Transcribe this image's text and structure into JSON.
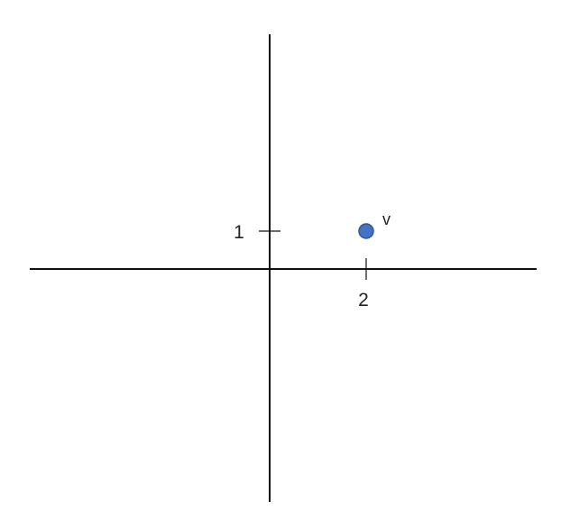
{
  "chart_data": {
    "type": "scatter",
    "title": "",
    "xlabel": "",
    "ylabel": "",
    "grid": false,
    "ticks": {
      "x": [
        {
          "value": 2,
          "label": "2"
        }
      ],
      "y": [
        {
          "value": 1,
          "label": "1"
        }
      ]
    },
    "points": [
      {
        "x": 2,
        "y": 1,
        "label": "v"
      }
    ]
  },
  "colors": {
    "axis": "#111111",
    "point_fill": "#4472C4",
    "point_stroke": "#2F5597",
    "text": "#222222"
  }
}
